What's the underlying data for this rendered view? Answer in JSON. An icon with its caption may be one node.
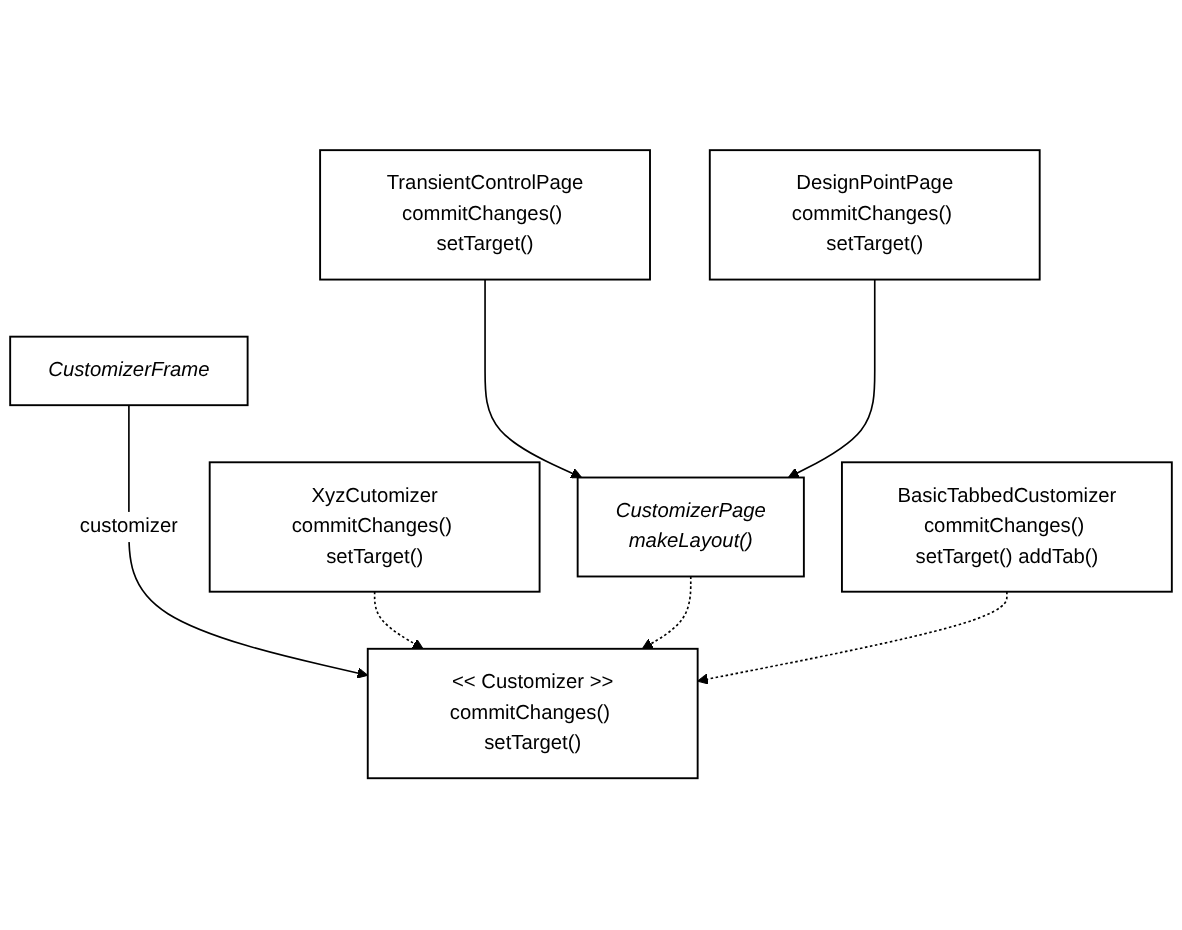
{
  "diagram": {
    "nodes": [
      {
        "text": [
          "<< Customizer >>",
          "commitChanges() setTarget()"
        ]
      },
      {
        "text": [
          "CustomizerFrame"
        ]
      },
      {
        "text": [
          "XyzCutomizer",
          "commitChanges() setTarget()"
        ]
      },
      {
        "text": [
          "CustomizerPage",
          "makeLayout()"
        ]
      },
      {
        "text": [
          "BasicTabbedCustomizer",
          "commitChanges() setTarget() addTab()"
        ]
      },
      {
        "text": [
          "TransientControlPage",
          "commitChanges() setTarget()"
        ]
      },
      {
        "text": [
          "DesignPointPage",
          "commitChanges() setTarget()"
        ]
      }
    ],
    "edges": [
      {
        "from": 1,
        "to": 0,
        "arrow": "to",
        "label": "customizer"
      },
      {
        "from": 2,
        "to": 0,
        "arrow": "to",
        "style": "dashed"
      },
      {
        "from": 3,
        "to": 0,
        "arrow": "to",
        "style": "dashed"
      },
      {
        "from": 4,
        "to": 0,
        "arrow": "to",
        "style": "dashed"
      },
      {
        "from": 5,
        "to": 3,
        "arrow": "to"
      },
      {
        "from": 6,
        "to": 3,
        "arrow": "to"
      }
    ]
  }
}
